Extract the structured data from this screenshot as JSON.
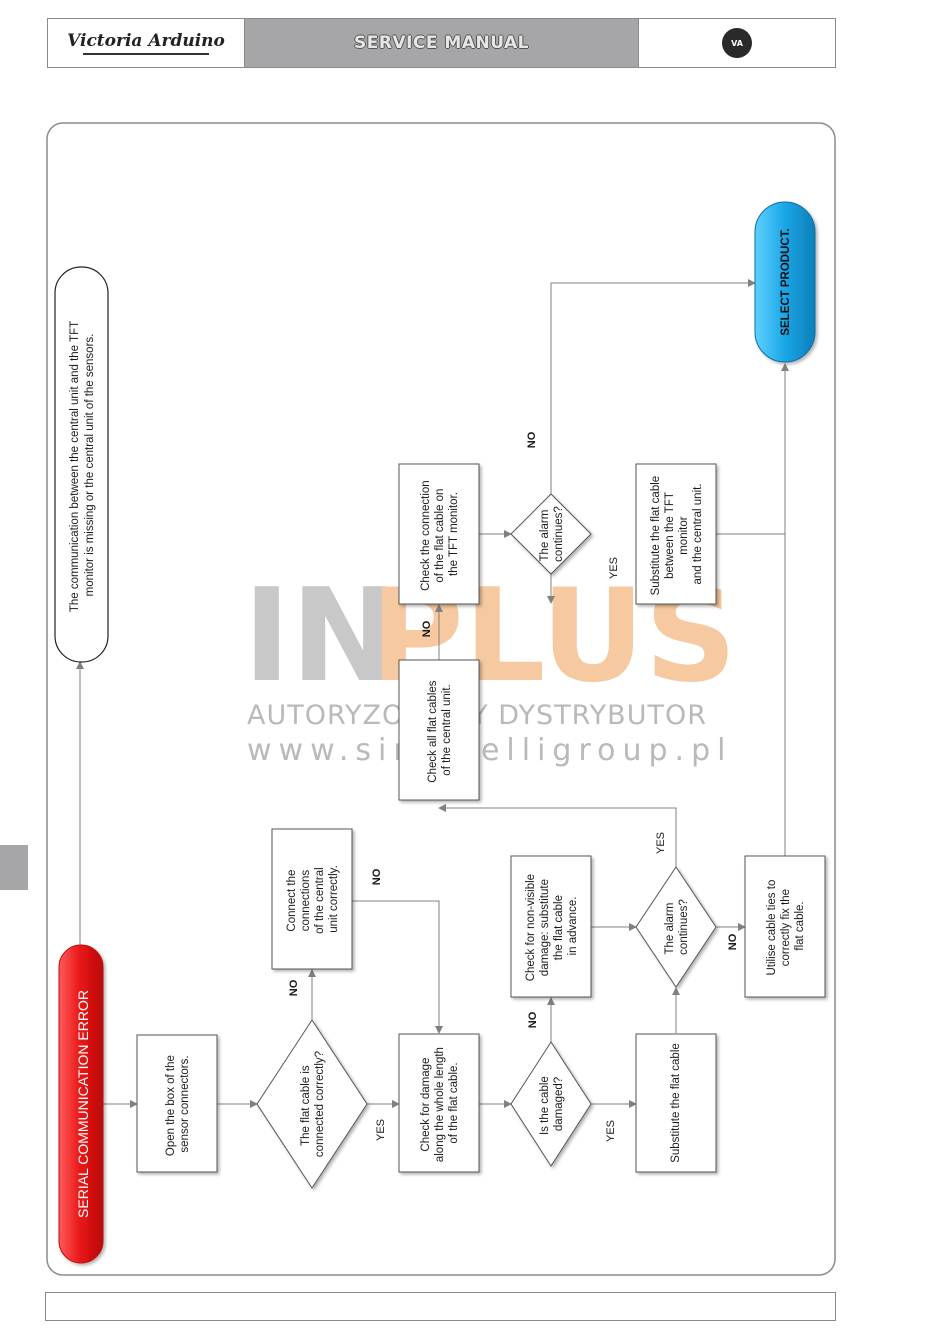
{
  "header": {
    "brand": "Victoria Arduino",
    "title": "SERVICE MANUAL",
    "badge_text": "VA"
  },
  "watermark": {
    "part1": "IN",
    "part2": "PLUS",
    "subtitle": "AUTORYZOWANY DYSTRYBUTOR",
    "url": "www.simonelligroup.pl"
  },
  "flowchart": {
    "start": "SERIAL COMMUNICATION ERROR",
    "description": [
      "The communication between the central unit and the TFT",
      "monitor is missing or the central unit of the sensors."
    ],
    "open_box": [
      "Open the box of the",
      "sensor connectors."
    ],
    "q_connected": [
      "The flat cable is",
      "connected correctly?"
    ],
    "connect_correctly": [
      "Connect the",
      "connections",
      "of the central",
      "unit correctly."
    ],
    "check_damage": [
      "Check for damage",
      "along the whole length",
      "of the flat cable."
    ],
    "q_damaged": [
      "Is the cable",
      "damaged?"
    ],
    "substitute_cable": [
      "Substitute the flat cable"
    ],
    "check_nonvisible": [
      "Check for non-visible",
      "damage: substitute",
      "the flat cable",
      "in advance."
    ],
    "q_alarm_1": [
      "The alarm",
      "continues?"
    ],
    "utilise_ties": [
      "Utilise cable ties to",
      "correctly fix the",
      "flat cable."
    ],
    "check_all_cables": [
      "Check all flat cables",
      "of the central unit."
    ],
    "check_connection_tft": [
      "Check the connection",
      "of the flat cable on",
      "the TFT monitor."
    ],
    "q_alarm_2": [
      "The alarm",
      "continues?"
    ],
    "substitute_tft": [
      "Substitute the flat cable",
      "between the TFT",
      "monitor",
      "and the central unit."
    ],
    "select_product": "SELECT PRODUCT.",
    "labels": {
      "yes": "YES",
      "no": "NO"
    }
  }
}
